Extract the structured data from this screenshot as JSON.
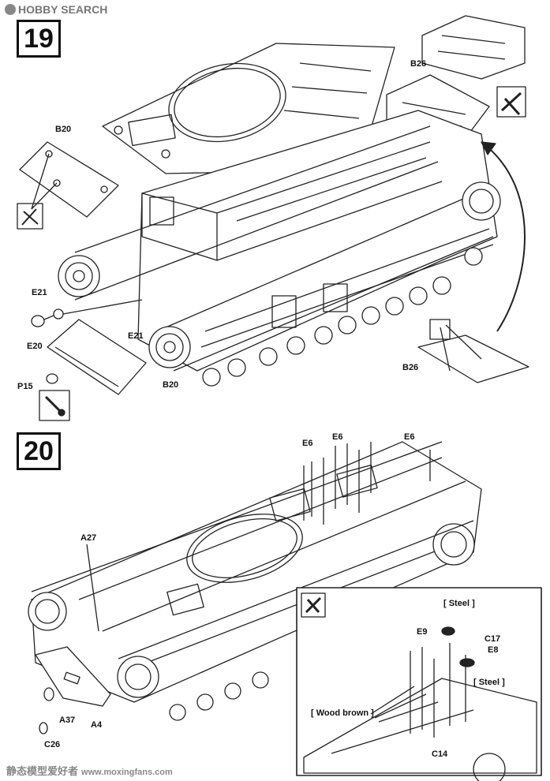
{
  "watermark_top": "HOBBY SEARCH",
  "watermark_bottom": {
    "text": "静态模型爱好者",
    "url": "www.moxingfans.com"
  },
  "steps": [
    {
      "number": "19"
    },
    {
      "number": "20"
    }
  ],
  "step19_labels": {
    "b26_top": "B26",
    "b20_left": "B20",
    "e21_a": "E21",
    "e20": "E20",
    "e21_b": "E21",
    "b20_bottom": "B20",
    "p15": "P15",
    "b26_bottom": "B26"
  },
  "step20_labels": {
    "e6_a": "E6",
    "e6_b": "E6",
    "e6_c": "E6",
    "a27": "A27",
    "a37": "A37",
    "a4": "A4",
    "c26": "C26"
  },
  "inset_labels": {
    "steel_top": "[ Steel ]",
    "e9": "E9",
    "c17": "C17",
    "e8": "E8",
    "steel_right": "[ Steel ]",
    "wood_brown": "[ Wood brown ]",
    "c14": "C14"
  },
  "colors": {
    "line": "#222222",
    "paper": "#ffffff",
    "watermark": "#888888"
  }
}
